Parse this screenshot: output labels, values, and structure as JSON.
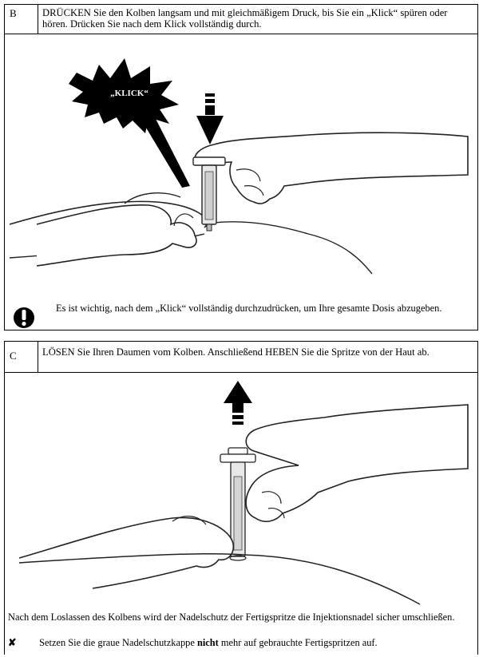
{
  "stepB": {
    "letter": "B",
    "instruction": "DRÜCKEN Sie den Kolben langsam und mit gleichmäßigem Druck, bis Sie ein „Klick“ spüren oder hören. Drücken Sie nach dem Klick vollständig durch.",
    "burst_text": "„KLICK“",
    "warning_icon": "exclamation-circle-icon",
    "warning_text": "Es ist wichtig, nach dem „Klick“ vollständig durchzudrücken, um Ihre gesamte Dosis abzugeben."
  },
  "stepC": {
    "letter": "C",
    "instruction": "LÖSEN Sie Ihren Daumen vom Kolben. Anschließend HEBEN Sie die Spritze von der Haut ab."
  },
  "footer": {
    "note": "Nach dem Loslassen des Kolbens wird der Nadelschutz der Fertigspritze die Injektionsnadel sicher umschließen.",
    "cross_icon": "cross-mark-icon",
    "cross_symbol": "✘",
    "cross_text_before": "Setzen Sie die graue Nadelschutzkappe ",
    "cross_text_bold": "nicht",
    "cross_text_after": " mehr auf gebrauchte Fertigspritzen auf."
  }
}
